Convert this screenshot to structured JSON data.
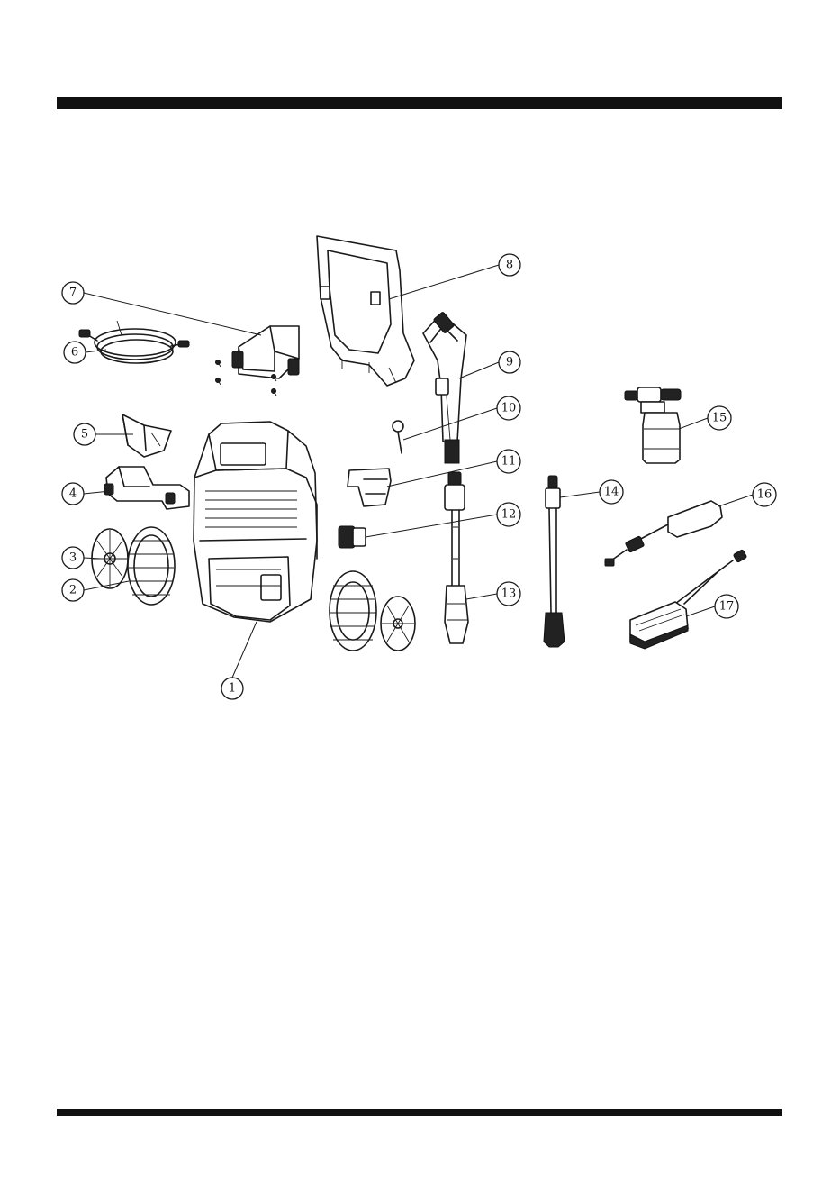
{
  "colors": {
    "ink": "#111111",
    "paper": "#ffffff"
  },
  "callouts": [
    {
      "number": "1",
      "part": "main-body"
    },
    {
      "number": "2",
      "part": "wheel"
    },
    {
      "number": "3",
      "part": "wheel-hub"
    },
    {
      "number": "4",
      "part": "hose-holder"
    },
    {
      "number": "5",
      "part": "accessory-holder"
    },
    {
      "number": "6",
      "part": "high-pressure-hose"
    },
    {
      "number": "7",
      "part": "bracket-with-screws"
    },
    {
      "number": "8",
      "part": "handle-frame"
    },
    {
      "number": "9",
      "part": "trigger-gun"
    },
    {
      "number": "10",
      "part": "cleaning-needle"
    },
    {
      "number": "11",
      "part": "lance-clip"
    },
    {
      "number": "12",
      "part": "inlet-connector"
    },
    {
      "number": "13",
      "part": "variable-lance"
    },
    {
      "number": "14",
      "part": "turbo-lance"
    },
    {
      "number": "15",
      "part": "foam-bottle"
    },
    {
      "number": "16",
      "part": "patio-cleaner"
    },
    {
      "number": "17",
      "part": "brush"
    }
  ]
}
